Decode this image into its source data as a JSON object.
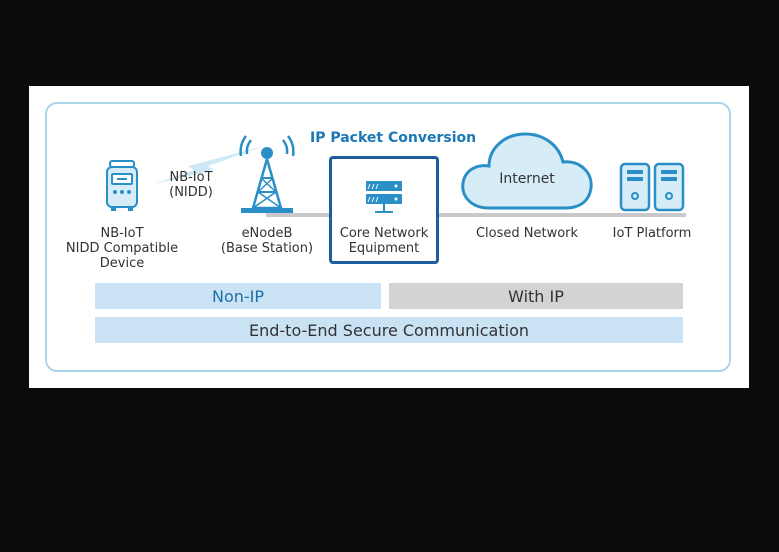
{
  "diagram": {
    "title": "IP Packet Conversion",
    "link_label": "NB-IoT\n(NIDD)",
    "nodes": [
      {
        "id": "device",
        "label": "NB-IoT\nNIDD Compatible\nDevice",
        "icon": "iot-device-icon"
      },
      {
        "id": "enodeb",
        "label": "eNodeB\n(Base Station)",
        "icon": "cell-tower-icon"
      },
      {
        "id": "core",
        "label": "Core Network\nEquipment",
        "icon": "server-icon"
      },
      {
        "id": "closed",
        "label": "Closed Network",
        "icon": "cloud-icon",
        "icon_text": "Internet"
      },
      {
        "id": "platform",
        "label": "IoT Platform",
        "icon": "server-rack-icon"
      }
    ],
    "bands": {
      "non_ip": "Non-IP",
      "with_ip": "With IP",
      "e2e": "End-to-End Secure Communication"
    },
    "colors": {
      "accent": "#1a78b4",
      "dark_border": "#1e5e9e",
      "light_fill": "#c9e3f4",
      "gray_fill": "#d3d3d3",
      "frame": "#a9d4ea"
    }
  }
}
